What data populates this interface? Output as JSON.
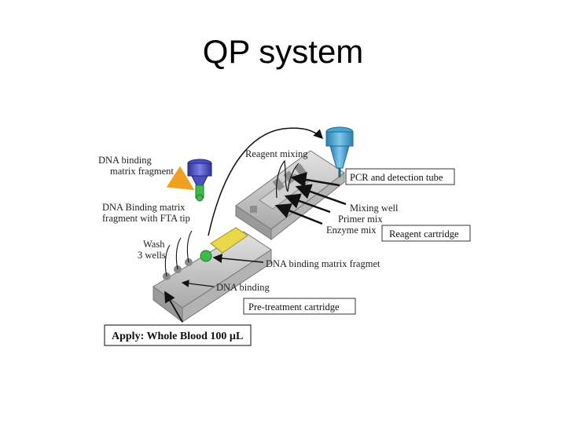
{
  "slide": {
    "title": "QP system"
  },
  "labels": {
    "dna_binding_matrix_fragment": [
      "DNA binding",
      "matrix fragment"
    ],
    "dna_binding_matrix_fragment_fta": [
      "DNA Binding matrix",
      "fragment with FTA tip"
    ],
    "wash": [
      "Wash",
      "3 wells"
    ],
    "reagent_mixing": "Reagent mixing",
    "mixing_well": "Mixing well",
    "primer_mix": "Primer mix",
    "enzyme_mix": "Enzyme mix",
    "dna_binding_matrix_fragmet": "DNA binding matrix fragmet",
    "dna_binding": "DNA binding"
  },
  "boxes": {
    "pcr_tube": "PCR and detection tube",
    "reagent_cartridge": "Reagent cartridge",
    "pretreatment_cartridge": "Pre-treatment cartridge",
    "apply": "Apply: Whole Blood 100 µL"
  },
  "colors": {
    "cartridge_body": "#c9c9c9",
    "tube_blue": "#4aa3d0",
    "binding_tip_purple": "#4b4fc2",
    "binding_tip_green": "#3cba4a",
    "orange_arrow": "#f0a020",
    "yellow_insert": "#e8d84a"
  }
}
